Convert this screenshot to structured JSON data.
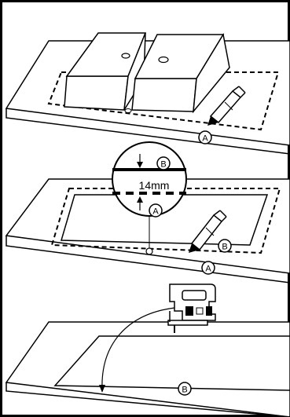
{
  "labels": {
    "a": "A",
    "b": "B"
  },
  "measurement": "14mm",
  "colors": {
    "ink": "#000000",
    "paper": "#ffffff"
  },
  "panels": [
    {
      "name": "place-sink-template",
      "callouts": [
        "A"
      ]
    },
    {
      "name": "offset-cut-line",
      "callouts": [
        "B",
        "A",
        "B",
        "A"
      ]
    },
    {
      "name": "jigsaw-cutout",
      "callouts": [
        "B"
      ]
    }
  ]
}
